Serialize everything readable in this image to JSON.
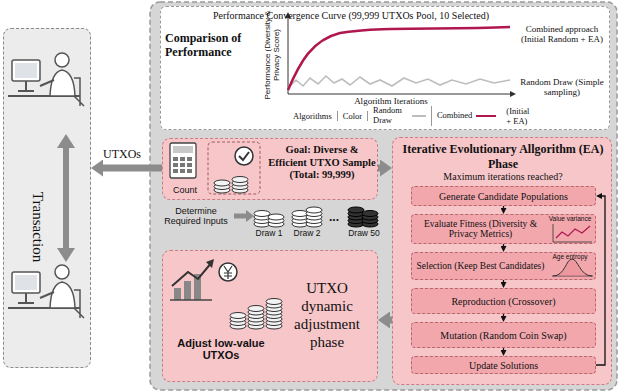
{
  "diagram": {
    "nodes": [
      {
        "text": [
          "Transaction"
        ]
      },
      {
        "text": [
          "Comparison of Performance",
          "Performance Convergence Curve (99,999 UTXOs Pool, 10 Selected)",
          "Performance (Diversity & Privacy Score)",
          "Algorithm Iterations",
          "Combined approach (Initial Random + EA)",
          "Random Draw (Simple sampling)"
        ]
      },
      {
        "text": [
          "Count",
          "Goal: Diverse & Efficient UTXO Sample (Total: 99,999)"
        ]
      },
      {
        "text": [
          "Iterative Evolutionary Allgorithm (EA) Phase",
          "Maximum iterations reached?"
        ]
      },
      {
        "text": [
          "Generate Candidate Populations"
        ],
        "in": 3
      },
      {
        "text": [
          "Evaluate Fitness (Diversity & Privacy Metrics)",
          "Value variance"
        ],
        "in": 3
      },
      {
        "text": [
          "Selection (Keep Best Candidates)",
          "Age entropy"
        ],
        "in": 3
      },
      {
        "text": [
          "Reproduction (Crossover)"
        ],
        "in": 3
      },
      {
        "text": [
          "Mutation (Random Coin Swap)"
        ],
        "in": 3
      },
      {
        "text": [
          "Update Solutions"
        ],
        "in": 3
      },
      {
        "text": [
          "Adjust low-value UTXOs",
          "UTXO dynamic adjustment phase"
        ]
      }
    ],
    "edges": [
      {
        "from": 2,
        "to": 0,
        "label": "UTXOs",
        "arrow": "to"
      },
      {
        "from": 2,
        "to": 3,
        "arrow": "to"
      },
      {
        "from": 3,
        "to": 10,
        "arrow": "to"
      },
      {
        "from": 4,
        "to": 5,
        "arrow": "to"
      },
      {
        "from": 5,
        "to": 6,
        "arrow": "to"
      },
      {
        "from": 6,
        "to": 7,
        "arrow": "to"
      },
      {
        "from": 7,
        "to": 8,
        "arrow": "to"
      },
      {
        "from": 8,
        "to": 9,
        "arrow": "to"
      },
      {
        "from": 9,
        "to": 4,
        "arrow": "to"
      }
    ],
    "labels": [
      "Determine Required Inputs",
      "Draw 1",
      "Draw 2",
      "...",
      "Draw 50",
      "Algorithms",
      "Color",
      "(Initial + EA)"
    ],
    "legend": [
      {
        "text": "Random Draw",
        "color": "#bdbdbd"
      },
      {
        "text": "Combined",
        "color": "#b0174e"
      }
    ]
  }
}
